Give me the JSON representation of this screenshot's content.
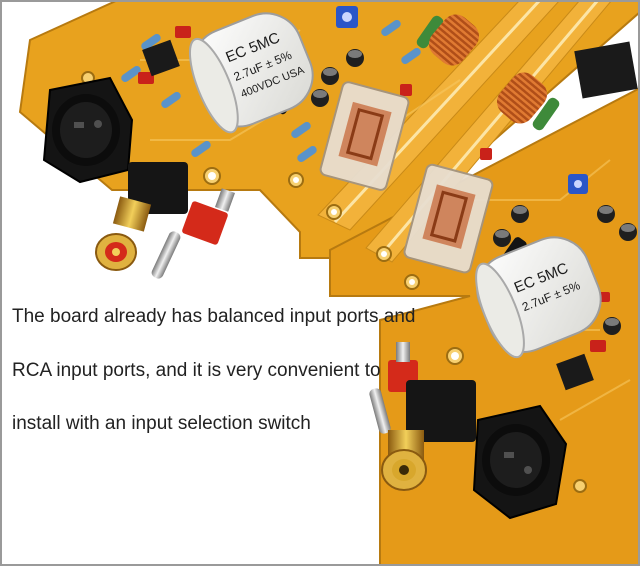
{
  "caption": {
    "line1": "The board already has balanced input ports and",
    "line2": "RCA input ports, and it is very convenient to",
    "line3": "install with an input selection switch"
  },
  "capacitor_labels": {
    "top": {
      "line1": "EC 5MC",
      "line2": "2.7uF ± 5%",
      "line3": "400VDC USA"
    },
    "bottom": {
      "line1": "EC 5MC",
      "line2": "2.7uF ± 5%"
    }
  },
  "colors": {
    "pcb": "#e8a21e",
    "pcb_trace": "#f4bd4a",
    "capacitor": "#f3f3f0",
    "connector_black": "#151515",
    "gold": "#d9a52a",
    "toggle_red": "#d42a1a",
    "coil_copper": "#c2581f",
    "relay_clear": "#d8cfc2",
    "trimmer_blue": "#2a56c8"
  }
}
